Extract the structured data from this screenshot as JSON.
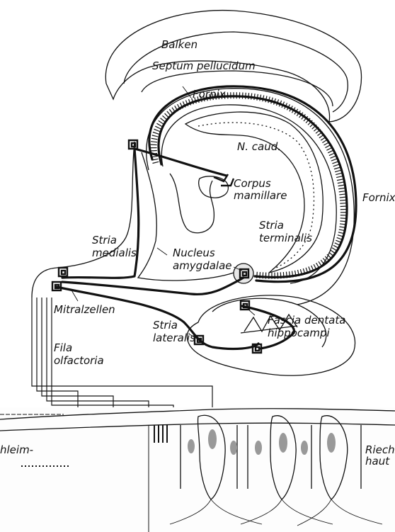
{
  "labels": {
    "balken": "Balken",
    "septum": "Septum pellucidum",
    "fornix_top": "Fornix",
    "n_caud": "N. caud.",
    "corpus_1": "Corpus",
    "corpus_2": "mamillare",
    "fornix_right": "Fornix",
    "stria_term_1": "Stria",
    "stria_term_2": "terminalis",
    "stria_med_1": "Stria",
    "stria_med_2": "medialis",
    "nucleus_1": "Nucleus",
    "nucleus_2": "amygdalae",
    "mitral": "Mitralzellen",
    "fascia_1": "Fascia dentata",
    "fascia_2": "hippocampi",
    "stria_lat_1": "Stria",
    "stria_lat_2": "lateralis",
    "fila_1": "Fila",
    "fila_2": "olfactoria",
    "schleim": "hleim-",
    "riech_1": "Riechs",
    "riech_2": "haut"
  }
}
